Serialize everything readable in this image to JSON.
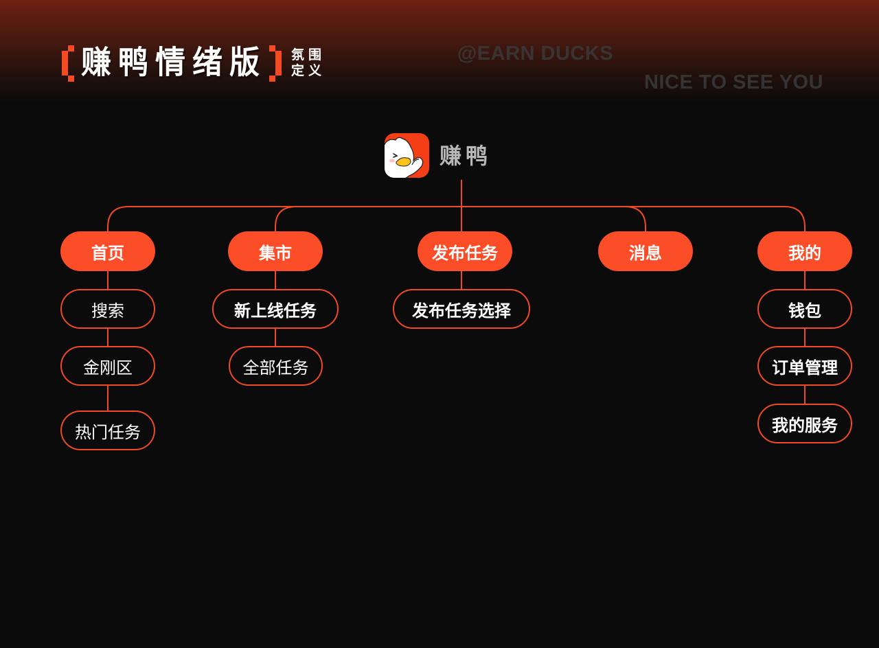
{
  "header": {
    "title": "赚鸭情绪版",
    "subtitle_line1": "氛围",
    "subtitle_line2": "定义",
    "watermark_1": "@EARN DUCKS",
    "watermark_2": "NICE TO SEE YOU"
  },
  "colors": {
    "accent": "#fb4d27",
    "background": "#0b0b0b",
    "header_glow": "#6e1f12",
    "watermark": "#3a3a3a",
    "logo_text": "#b8b8b8"
  },
  "root": {
    "logo_icon": "duck-mascot-icon",
    "label": "赚鸭"
  },
  "tree": {
    "home": {
      "label": "首页",
      "children": [
        "搜索",
        "金刚区",
        "热门任务"
      ]
    },
    "market": {
      "label": "集市",
      "children": [
        "新上线任务",
        "全部任务"
      ]
    },
    "publish": {
      "label": "发布任务",
      "children": [
        "发布任务选择"
      ]
    },
    "messages": {
      "label": "消息",
      "children": []
    },
    "mine": {
      "label": "我的",
      "children": [
        "钱包",
        "订单管理",
        "我的服务"
      ]
    }
  }
}
